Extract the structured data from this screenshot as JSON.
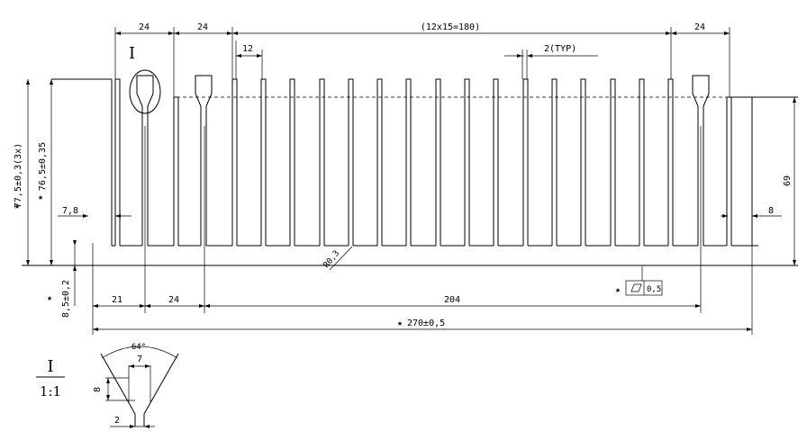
{
  "dims": {
    "pitch_left_1": "24",
    "pitch_left_2": "24",
    "pitch_middle": "(12x15=180)",
    "pitch_right": "24",
    "fin_gap": "12",
    "fin_thickness": "2(TYP)",
    "height_total": "77,5±0,3(3x)",
    "height_fin": "76,5±0,35",
    "base_thickness": "8,5±0,2",
    "edge_left": "7,8",
    "edge_right": "8",
    "height_right": "69",
    "radius": "R0,3",
    "pos_21": "21",
    "pos_24": "24",
    "pos_204": "204",
    "width_total": "270±0,5",
    "flatness_value": "0,5",
    "star": "★"
  },
  "detail": {
    "marker": "I",
    "label_top": "I",
    "label_scale": "1:1",
    "angle": "64°",
    "width_top": "7",
    "depth": "8",
    "width_bottom": "2"
  }
}
